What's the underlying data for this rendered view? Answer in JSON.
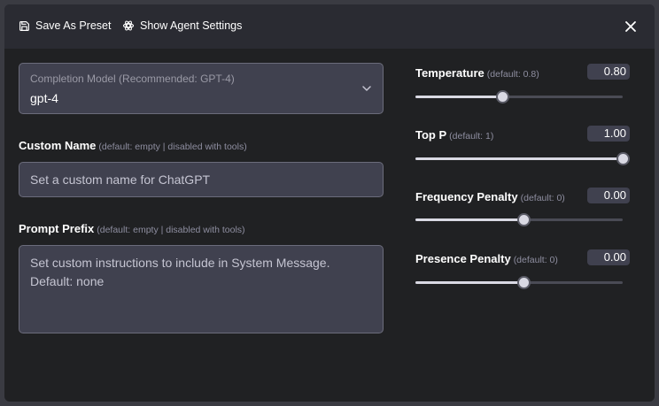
{
  "header": {
    "save_preset_label": "Save As Preset",
    "show_agent_label": "Show Agent Settings",
    "icons": {
      "save": "save-icon",
      "agent": "openai-logo-icon",
      "close": "close-icon"
    }
  },
  "model": {
    "label": "Completion Model (Recommended: GPT-4)",
    "value": "gpt-4"
  },
  "custom_name": {
    "label": "Custom Name",
    "hint": "(default: empty | disabled with tools)",
    "placeholder": "Set a custom name for ChatGPT",
    "value": ""
  },
  "prompt_prefix": {
    "label": "Prompt Prefix",
    "hint": "(default: empty | disabled with tools)",
    "placeholder": "Set custom instructions to include in System Message.\nDefault: none",
    "value": ""
  },
  "params": [
    {
      "label": "Temperature",
      "hint": "(default: 0.8)",
      "value": "0.80",
      "fraction": 0.42
    },
    {
      "label": "Top P",
      "hint": "(default: 1)",
      "value": "1.00",
      "fraction": 1.0
    },
    {
      "label": "Frequency Penalty",
      "hint": "(default: 0)",
      "value": "0.00",
      "fraction": 0.52
    },
    {
      "label": "Presence Penalty",
      "hint": "(default: 0)",
      "value": "0.00",
      "fraction": 0.52
    }
  ],
  "colors": {
    "dialog_bg": "#202123",
    "header_bg": "#2a2b32",
    "field_bg": "#40414f",
    "muted_text": "#8e8ea0"
  }
}
